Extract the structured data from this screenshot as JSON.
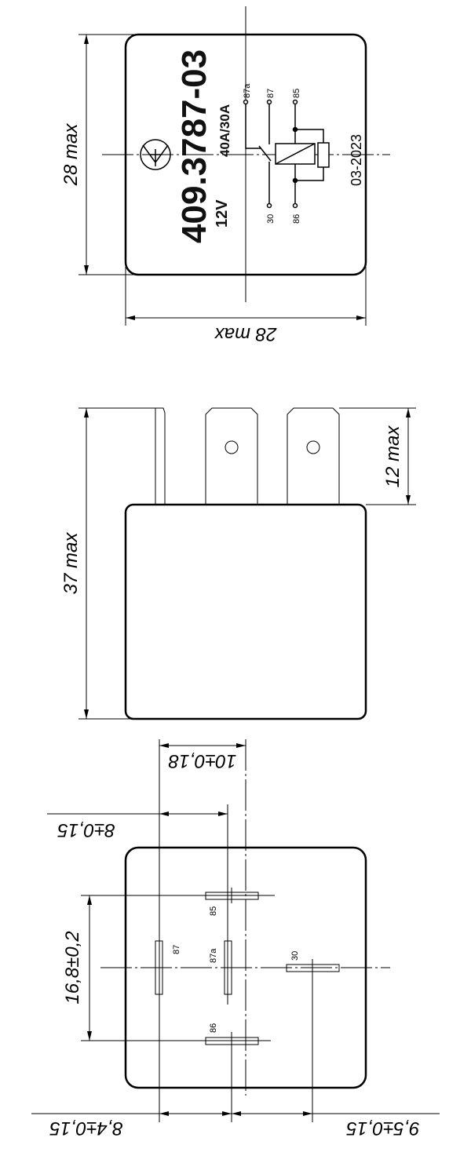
{
  "top_view": {
    "dim_height": "28 max",
    "dim_width": "28 max",
    "part_number": "409.3787-03",
    "voltage": "12V",
    "current": "40A/30A",
    "date": "03-2023",
    "pins": {
      "p87a": "87a",
      "p87": "87",
      "p85": "85",
      "p30": "30",
      "p86": "86"
    }
  },
  "side_view": {
    "dim_height": "37 max",
    "dim_pin": "12 max"
  },
  "bottom_view": {
    "dim_10": "10±0,18",
    "dim_8": "8±0,15",
    "dim_16": "16,8±0,2",
    "dim_84": "8,4±0,15",
    "dim_95": "9,5±0,15",
    "pins": {
      "p85": "85",
      "p87": "87",
      "p87a": "87a",
      "p30": "30",
      "p86": "86"
    }
  }
}
